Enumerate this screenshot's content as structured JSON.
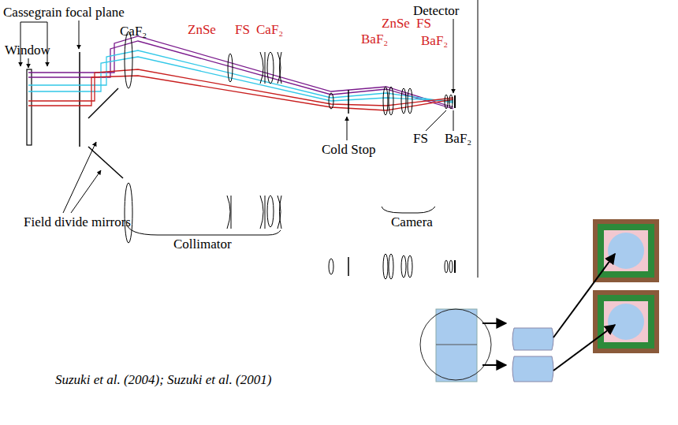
{
  "diagram": {
    "labels": [
      "Cassegrain focal plane",
      "Window",
      "CaF₂",
      "ZnSe",
      "FS",
      "CaF₂",
      "ZnSe",
      "FS",
      "BaF₂",
      "BaF₂",
      "Detector",
      "Cold Stop",
      "FS",
      "BaF₂",
      "Field divide mirrors",
      "Collimator",
      "Camera",
      "Suzuki et al. (2004);  Suzuki et al. (2001)"
    ]
  }
}
